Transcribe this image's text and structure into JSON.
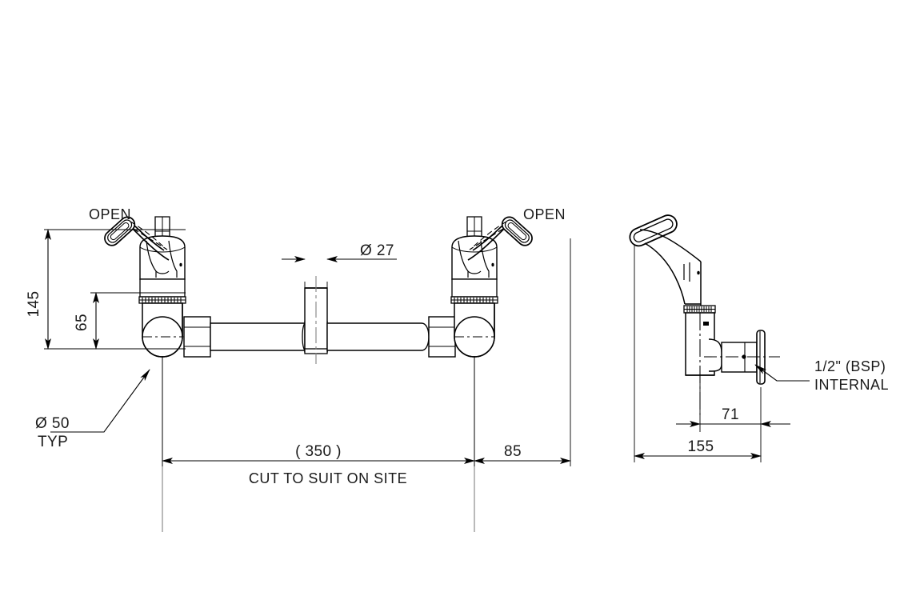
{
  "drawing": {
    "type": "engineering-drawing",
    "subject": "Wall-mounted twin lever valve assembly with connecting pipe",
    "units": "mm",
    "background_color": "#ffffff",
    "line_color": "#000000",
    "centerline_color": "#808080",
    "views": {
      "front": {
        "name": "front-elevation",
        "labels": {
          "open_left": "OPEN",
          "open_right": "OPEN"
        }
      },
      "side": {
        "name": "side-elevation"
      }
    },
    "dimensions": {
      "height_overall": "145",
      "height_to_outlet": "65",
      "riser_diameter": "Ø 27",
      "body_diameter": "Ø 50",
      "body_diameter_note": "TYP",
      "pipe_length": "( 350 )",
      "pipe_length_note": "CUT TO SUIT ON SITE",
      "right_offset": "85",
      "side_projection": "71",
      "side_overall": "155"
    },
    "notes": {
      "thread_line1": "1/2\" (BSP)",
      "thread_line2": "INTERNAL"
    }
  }
}
